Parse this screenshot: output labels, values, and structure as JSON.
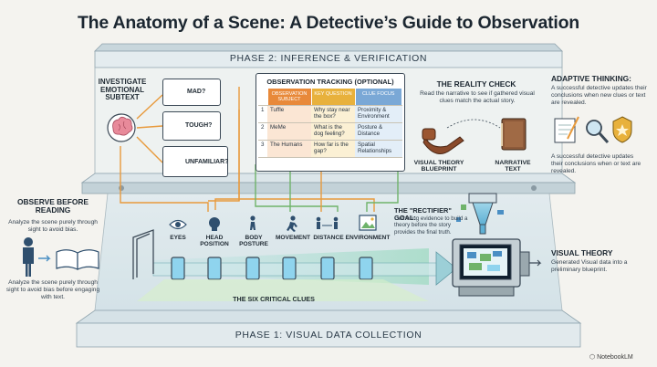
{
  "title": "The Anatomy of a Scene: A Detective’s Guide to Observation",
  "phase2": "PHASE 2: INFERENCE & VERIFICATION",
  "phase1": "PHASE 1: VISUAL DATA COLLECTION",
  "investigate": {
    "label": "INVESTIGATE EMOTIONAL SUBTEXT",
    "emotions": [
      "MAD?",
      "TOUGH?",
      "UNFAMILIAR?"
    ]
  },
  "tracking": {
    "title": "OBSERVATION TRACKING (OPTIONAL)",
    "headers": [
      "OBSERVATION SUBJECT",
      "KEY QUESTION",
      "CLUE FOCUS"
    ],
    "rows": [
      {
        "n": "1",
        "subject": "Tuffle",
        "question": "Why stay near the box?",
        "focus": "Proximity & Environment"
      },
      {
        "n": "2",
        "subject": "MeMe",
        "question": "What is the dog feeling?",
        "focus": "Posture & Distance"
      },
      {
        "n": "3",
        "subject": "The Humans",
        "question": "How far is the gap?",
        "focus": "Spatial Relationships"
      }
    ]
  },
  "reality": {
    "title": "THE REALITY CHECK",
    "desc": "Read the narrative to see if gathered visual clues match the actual story.",
    "blueprint": "VISUAL THEORY BLUEPRINT",
    "narrative": "NARRATIVE TEXT"
  },
  "adaptive": {
    "title": "ADAPTIVE THINKING:",
    "desc": "A successful detective updates their conclusions when new clues or text are revealed.",
    "desc2": "A successful detective updates their conclusions when or text are revealed."
  },
  "observe": {
    "title": "OBSERVE BEFORE READING",
    "desc": "Analyze the scene purely through sight to avoid bias.",
    "desc2": "Analyze the scene purely through sight to avoid bias before engaging with text."
  },
  "clues": {
    "labels": [
      "EYES",
      "HEAD POSITION",
      "BODY POSTURE",
      "MOVEMENT",
      "DISTANCE",
      "ENVIRONMENT"
    ],
    "caption": "THE SIX CRITICAL CLUES"
  },
  "rectifier": {
    "title": "THE \"RECTIFIER\" GOAL:",
    "desc": "Gathering evidence to build a theory before the story provides the final truth."
  },
  "visual_theory": {
    "title": "VISUAL THEORY",
    "desc": "Generated Visual data into a preliminary blueprint."
  },
  "brand": "NotebookLM",
  "colors": {
    "accent_blue": "#4a8fc4",
    "orange": "#e89a3c",
    "green": "#6fb36a",
    "glass": "#d7e6ec"
  }
}
